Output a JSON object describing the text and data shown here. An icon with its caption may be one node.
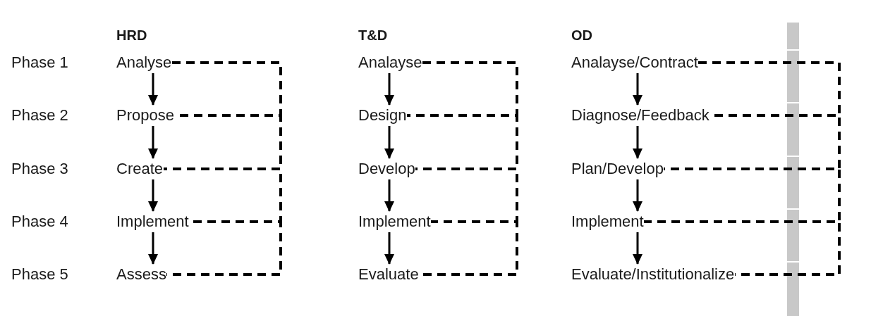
{
  "diagram": {
    "nodes": [
      {
        "text": [
          "Analyse"
        ]
      },
      {
        "text": [
          "Propose"
        ]
      },
      {
        "text": [
          "Create"
        ]
      },
      {
        "text": [
          "Implement"
        ]
      },
      {
        "text": [
          "Assess"
        ]
      },
      {
        "text": [
          "Analayse"
        ]
      },
      {
        "text": [
          "Design"
        ]
      },
      {
        "text": [
          "Develop"
        ]
      },
      {
        "text": [
          "Implement"
        ]
      },
      {
        "text": [
          "Evaluate"
        ]
      },
      {
        "text": [
          "Analayse/Contract"
        ]
      },
      {
        "text": [
          "Diagnose/Feedback"
        ]
      },
      {
        "text": [
          "Plan/Develop"
        ]
      },
      {
        "text": [
          "Implement"
        ]
      },
      {
        "text": [
          "Evaluate/Institutionalize"
        ]
      }
    ],
    "edges": [
      {
        "from": 0,
        "to": 1,
        "arrow": "to"
      },
      {
        "from": 1,
        "to": 2,
        "arrow": "to"
      },
      {
        "from": 2,
        "to": 3,
        "arrow": "to"
      },
      {
        "from": 3,
        "to": 4,
        "arrow": "to"
      },
      {
        "from": 0,
        "to": 1,
        "arrow": "none",
        "style": "dashed"
      },
      {
        "from": 1,
        "to": 2,
        "arrow": "none",
        "style": "dashed"
      },
      {
        "from": 2,
        "to": 3,
        "arrow": "none",
        "style": "dashed"
      },
      {
        "from": 3,
        "to": 4,
        "arrow": "none",
        "style": "dashed"
      },
      {
        "from": 5,
        "to": 6,
        "arrow": "to"
      },
      {
        "from": 6,
        "to": 7,
        "arrow": "to"
      },
      {
        "from": 7,
        "to": 8,
        "arrow": "to"
      },
      {
        "from": 8,
        "to": 9,
        "arrow": "to"
      },
      {
        "from": 5,
        "to": 6,
        "arrow": "none",
        "style": "dashed"
      },
      {
        "from": 6,
        "to": 7,
        "arrow": "none",
        "style": "dashed"
      },
      {
        "from": 7,
        "to": 8,
        "arrow": "none",
        "style": "dashed"
      },
      {
        "from": 8,
        "to": 9,
        "arrow": "none",
        "style": "dashed"
      },
      {
        "from": 10,
        "to": 11,
        "arrow": "to"
      },
      {
        "from": 11,
        "to": 12,
        "arrow": "to"
      },
      {
        "from": 12,
        "to": 13,
        "arrow": "to"
      },
      {
        "from": 13,
        "to": 14,
        "arrow": "to"
      },
      {
        "from": 10,
        "to": 11,
        "arrow": "none",
        "style": "dashed"
      },
      {
        "from": 11,
        "to": 12,
        "arrow": "none",
        "style": "dashed"
      },
      {
        "from": 12,
        "to": 13,
        "arrow": "none",
        "style": "dashed"
      },
      {
        "from": 13,
        "to": 14,
        "arrow": "none",
        "style": "dashed"
      }
    ],
    "labels": [
      "HRD",
      "T&D",
      "OD",
      "Phase 1",
      "Phase 2",
      "Phase 3",
      "Phase 4",
      "Phase 5"
    ]
  }
}
